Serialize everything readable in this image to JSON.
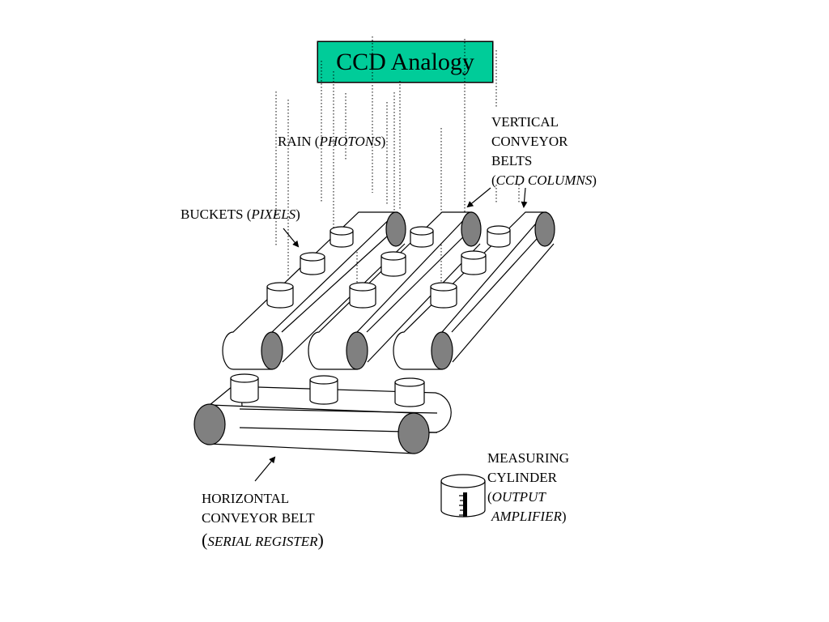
{
  "title": "CCD Analogy",
  "colors": {
    "title_background": "#00cc99",
    "roller_fill": "#808080",
    "outline": "#000000",
    "background": "#ffffff"
  },
  "labels": {
    "rain": {
      "text": "RAIN (",
      "italic": "PHOTONS",
      "close": ")"
    },
    "buckets": {
      "text": "BUCKETS (",
      "italic": "PIXELS",
      "close": ")"
    },
    "vertical": {
      "line1": "VERTICAL",
      "line2": "CONVEYOR",
      "line3": "BELTS",
      "open": "(",
      "italic": "CCD COLUMNS",
      "close": ")"
    },
    "horizontal": {
      "line1": "HORIZONTAL",
      "line2": "CONVEYOR BELT",
      "open": "(",
      "italic": "SERIAL REGISTER",
      "close": ")"
    },
    "measuring": {
      "line1": "MEASURING",
      "line2": "CYLINDER",
      "open": "(",
      "italic1": "OUTPUT",
      "italic2": "AMPLIFIER",
      "close": ")"
    }
  }
}
